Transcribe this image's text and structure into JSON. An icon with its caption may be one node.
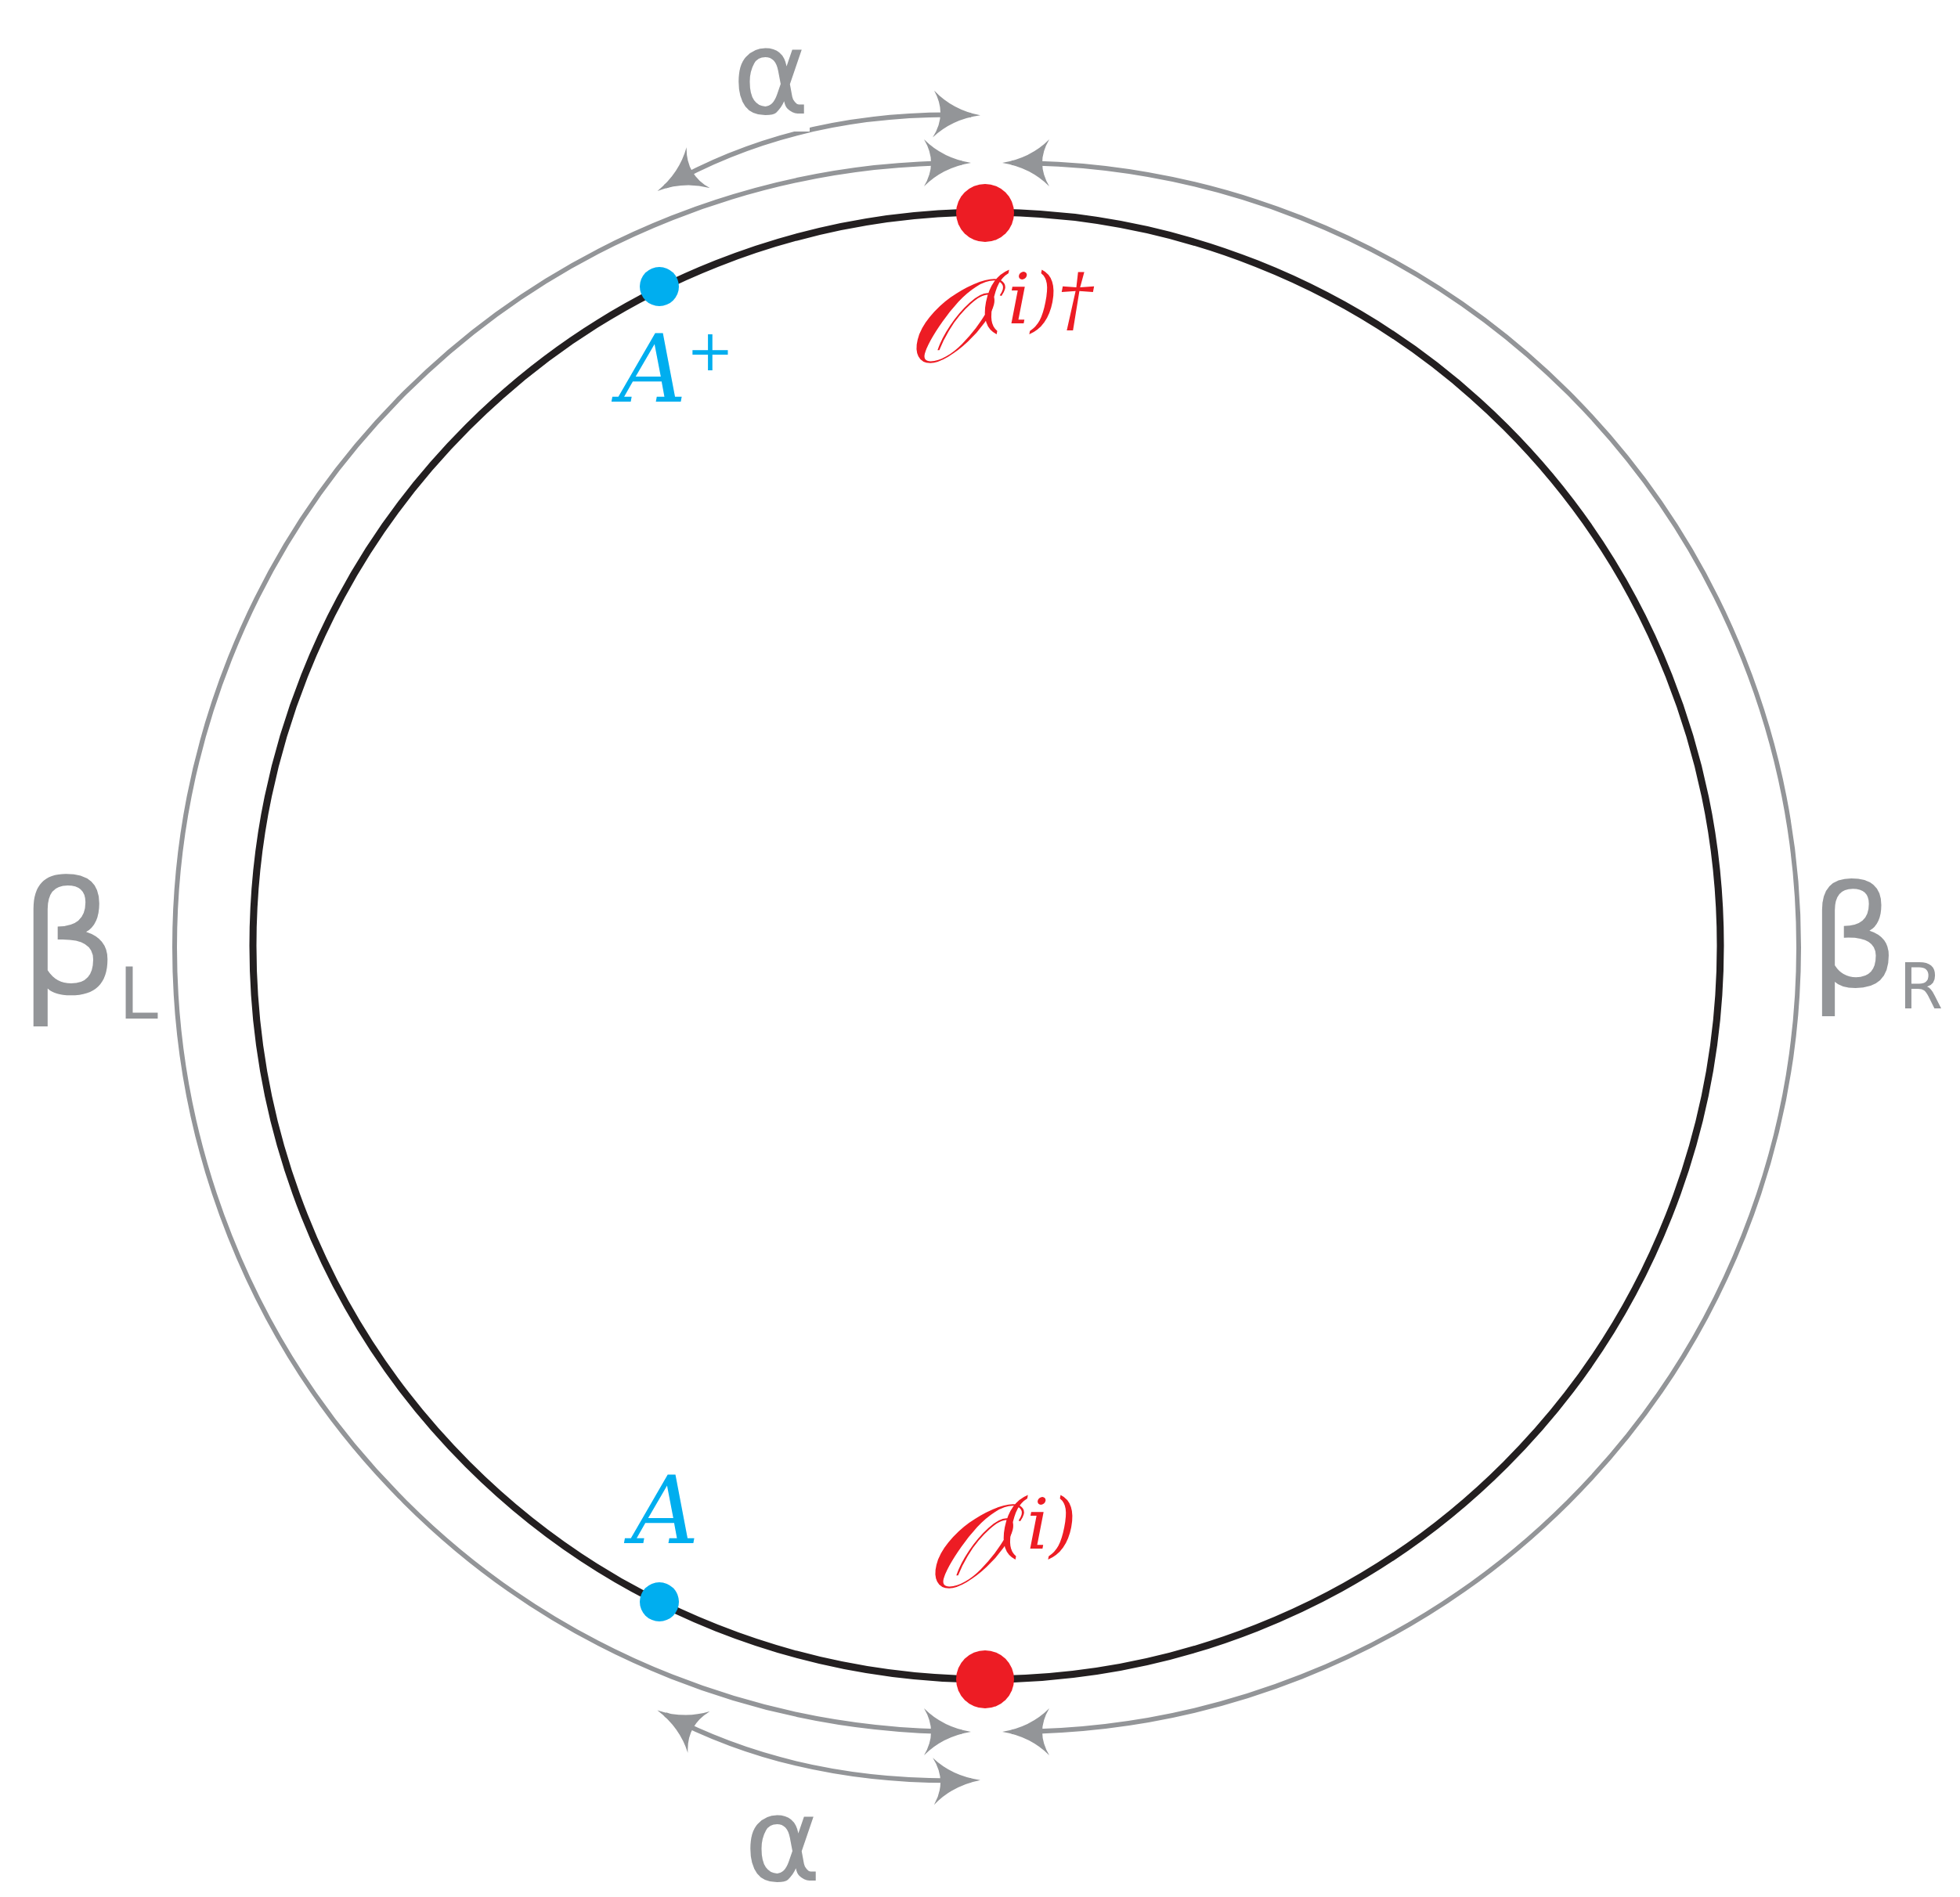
{
  "diagram": {
    "nodes": [
      {
        "text": [],
        "shape": "circle",
        "beside": [
          "𝒪$^{(i)†}$"
        ]
      },
      {
        "text": [],
        "shape": "circle",
        "beside": [
          "*A*$^{+}$"
        ]
      },
      {
        "text": [],
        "shape": "circle",
        "beside": [
          "*A*"
        ]
      },
      {
        "text": [],
        "shape": "circle",
        "beside": [
          "𝒪$^{(i)}$"
        ]
      }
    ],
    "edges": [
      {
        "from": 0,
        "to": 3,
        "arrow": "both",
        "label": "β$_{L}$"
      },
      {
        "from": 0,
        "to": 3,
        "arrow": "both",
        "label": "β$_{R}$"
      },
      {
        "from": 1,
        "to": 0,
        "arrow": "both",
        "label": "α"
      },
      {
        "from": 2,
        "to": 3,
        "arrow": "both",
        "label": "α"
      }
    ]
  }
}
